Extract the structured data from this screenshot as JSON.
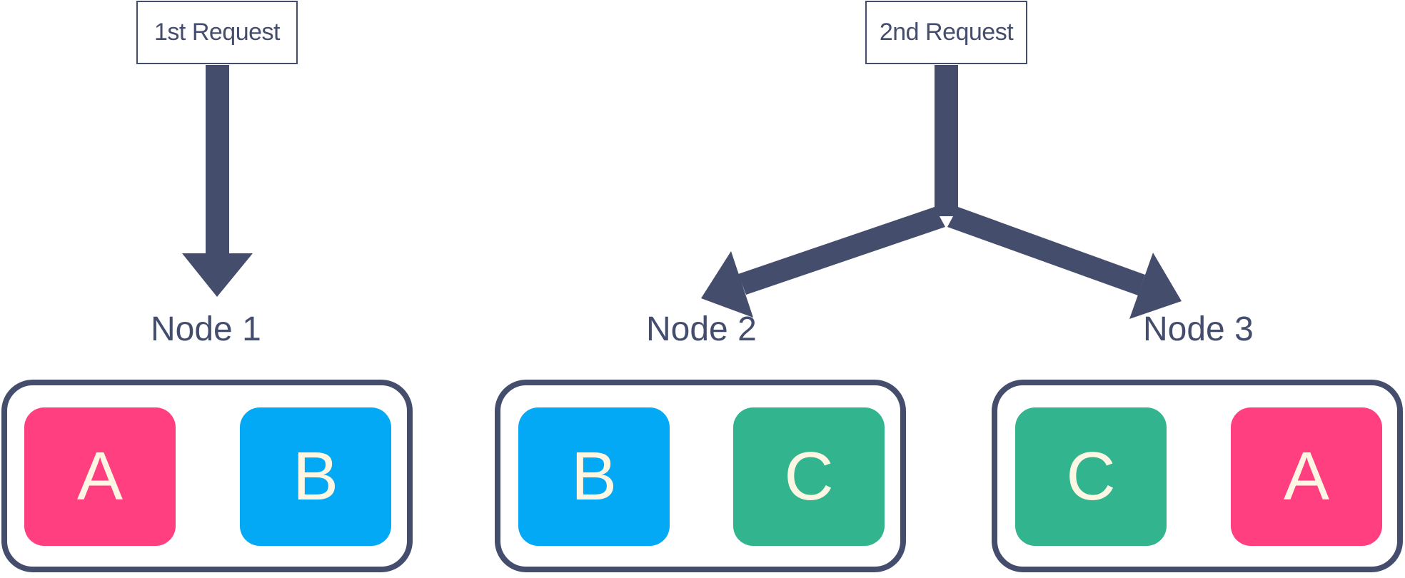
{
  "requests": {
    "first": "1st Request",
    "second": "2nd Request"
  },
  "nodes": [
    {
      "label": "Node 1",
      "shards": [
        "A",
        "B"
      ]
    },
    {
      "label": "Node 2",
      "shards": [
        "B",
        "C"
      ]
    },
    {
      "label": "Node 3",
      "shards": [
        "C",
        "A"
      ]
    }
  ],
  "colors": {
    "stroke": "#454d6d",
    "shard_A": "#ff3f7f",
    "shard_B": "#03a9f4",
    "shard_C": "#32b48f",
    "shard_text": "#fdf6e3"
  }
}
